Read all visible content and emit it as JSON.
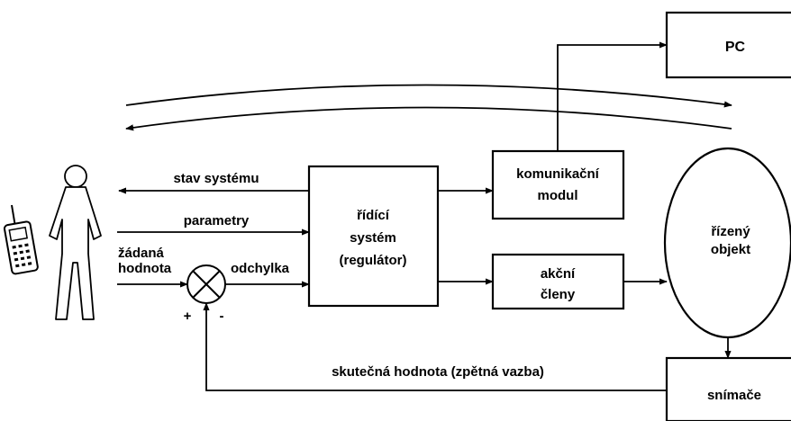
{
  "nodes": {
    "pc": "PC",
    "regulator": [
      "řídící",
      "systém",
      "(regulátor)"
    ],
    "komunikacni_modul": [
      "komunikační",
      "modul"
    ],
    "akcni_cleny": [
      "akční",
      "členy"
    ],
    "rizeny_objekt": [
      "řízený",
      "objekt"
    ],
    "snimace": "snímače"
  },
  "signals": {
    "stav_systemu": "stav systému",
    "parametry": "parametry",
    "zadana_hodnota": [
      "žádaná",
      "hodnota"
    ],
    "odchylka": "odchylka",
    "skutecna_hodnota": "skutečná hodnota (zpětná vazba)"
  },
  "summing_junction": {
    "plus": "+",
    "minus": "-"
  },
  "icons": {
    "operator": "person-icon",
    "phone": "mobile-phone-icon"
  }
}
